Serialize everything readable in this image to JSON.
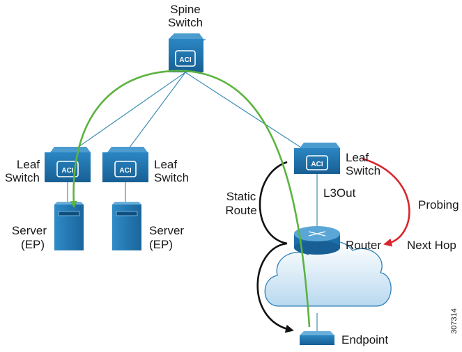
{
  "labels": {
    "spine_line1": "Spine",
    "spine_line2": "Switch",
    "leaf1_line1": "Leaf",
    "leaf1_line2": "Switch",
    "leaf2_line1": "Leaf",
    "leaf2_line2": "Switch",
    "leaf3_line1": "Leaf",
    "leaf3_line2": "Switch",
    "server1_line1": "Server",
    "server1_line2": "(EP)",
    "server2_line1": "Server",
    "server2_line2": "(EP)",
    "static_line1": "Static",
    "static_line2": "Route",
    "l3out": "L3Out",
    "router": "Router",
    "probing": "Probing",
    "next_hop": "Next Hop",
    "endpoint": "Endpoint",
    "figure_id": "307314"
  },
  "icons": {
    "switch_badge": "ACI"
  },
  "colors": {
    "green_path": "#5cb33f",
    "red_probe": "#d8262c",
    "black_route": "#111111",
    "link": "#3d8fb2",
    "device_top": "#4d9cd0",
    "device_front": "#1d6fa8"
  }
}
